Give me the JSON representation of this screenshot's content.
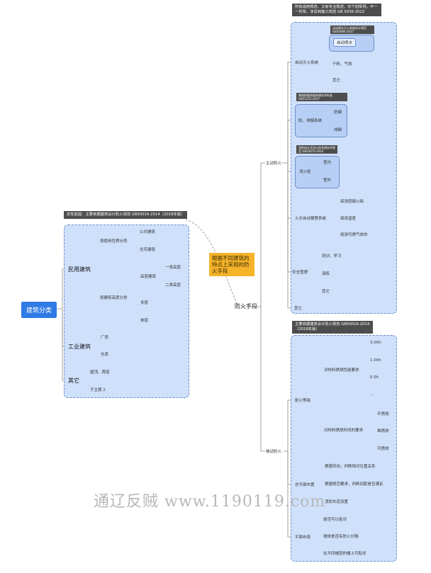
{
  "root": "建筑分类",
  "left": {
    "caption": "定性前提：主要依据建筑设计防火规范 GB50016-2014（2018年版）",
    "civil": "民用建筑",
    "by_function": "按使用性质分类",
    "public": "公共建筑",
    "residential": "住宅建筑",
    "by_height": "按建筑高度分类",
    "highrise": "高层建筑",
    "class1": "一类高层",
    "class2": "二类高层",
    "multi": "多层",
    "single": "单层",
    "industrial": "工业建筑",
    "factory": "厂房",
    "warehouse": "仓库",
    "other": "其它",
    "other_a": "屋顶、首层",
    "other_b": "子主题 2"
  },
  "note": "根据不同建筑的特点上采用的防火手段",
  "center": "防火手段",
  "active": {
    "label": "主动防火",
    "caption": "所有适用规范，又有专业规范，仅个别举例，不一一列举。涉及到施工规范 GB 5036-2022",
    "auto_system": "自动灭火系统",
    "auto_caption": "自动喷水灭火系统设计规范 GB50084-2017",
    "sprinkler": "自动喷水",
    "dry": "干粉、气体",
    "other": "其它",
    "smoke_caption": "建筑防烟排烟系统技术标准 GB51251-2017",
    "smoke_system": "防、排烟系统",
    "smoke_a": "防烟",
    "smoke_b": "排烟",
    "hydrant_caption": "消防给水及消火栓系统技术规范 GB50974-2014",
    "hydrant": "消火栓",
    "indoor": "室内",
    "outdoor": "室外",
    "alarm": "火灾自动报警系统",
    "alarm_a": "探测感烟火焰",
    "alarm_b": "探测温度",
    "alarm_c": "探测可燃气体的",
    "mgmt": "安全管理",
    "mgmt_a": "培训、学习",
    "mgmt_b": "演练",
    "mgmt_c": "其它",
    "misc": "其它"
  },
  "passive": {
    "label": "被动防火",
    "caption": "主要依据建筑设计防火规范 GB50016-2014（2018年版）",
    "fire_rating": "耐火等级",
    "burn_req": "对材料燃烧性能要求",
    "t1": "3.00h",
    "t2": "1.00h",
    "t3": "0.5h",
    "t4": "...",
    "combust_req": "对材料燃烧时间的要求",
    "c1": "不燃烧",
    "c2": "难燃烧",
    "c3": "可燃烧",
    "layout": "总平面布置",
    "layout_a": "根据风向，判断相对位置关系",
    "layout_b": "根据规范要求，判断间距是否满足",
    "layout_c": "消防车道设置",
    "plan": "平面布局",
    "plan_a": "是否可以贴邻",
    "plan_b": "墙体是否有防火分隔",
    "plan_c": "在不同楼层的楼上可贴邻"
  },
  "watermark": "通辽反贼 www.1190119.com",
  "colors": {
    "root": "#2f7be6",
    "group": "#cfe0fb",
    "note": "#f5b32a",
    "caption": "#4d4d4d"
  }
}
